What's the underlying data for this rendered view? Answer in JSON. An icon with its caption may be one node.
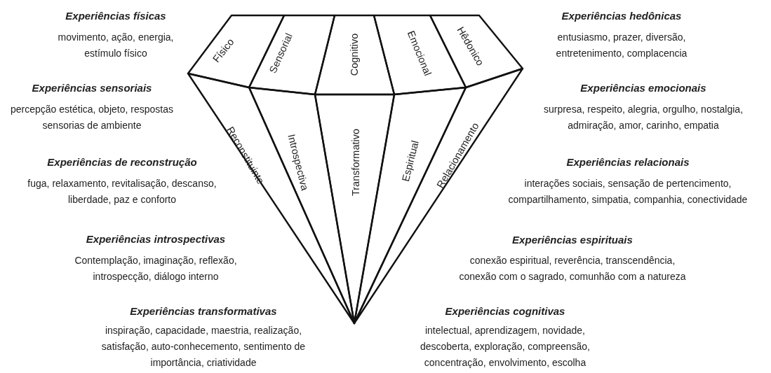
{
  "diagram": {
    "nodes": [
      {
        "text": [
          "Físico"
        ]
      },
      {
        "text": [
          "Sensorial"
        ]
      },
      {
        "text": [
          "Cognitivo"
        ]
      },
      {
        "text": [
          "Emocional"
        ]
      },
      {
        "text": [
          "Hêdonico"
        ]
      },
      {
        "text": [
          "Reconstituinte"
        ]
      },
      {
        "text": [
          "Introspectiva"
        ]
      },
      {
        "text": [
          "Transformativo"
        ]
      },
      {
        "text": [
          "Espiritual"
        ]
      },
      {
        "text": [
          "Relacionamento"
        ]
      }
    ],
    "labels": [
      "Experiências físicas",
      "movimento, ação, energia, estímulo físico",
      "Experiências hedônicas",
      "entusiasmo, prazer, diversão, entretenimento, complacencia",
      "Experiências sensoriais",
      "percepção estética, objeto, respostas sensorias de ambiente",
      "Experiências emocionais",
      "surpresa, respeito, alegria, orgulho, nostalgia, admiração, amor, carinho, empatia",
      "Experiências de reconstrução",
      "fuga, relaxamento, revitalisação, descanso, liberdade, paz e conforto",
      "Experiências relacionais",
      "interações sociais, sensação de pertencimento, compartilhamento,  simpatia, companhia, conectividade",
      "Experiências introspectivas",
      "Contemplação, imaginação, reflexão, introspecção, diálogo interno",
      "Experiências espirituais",
      "conexão espiritual, reverência, transcendência, conexão com o sagrado, comunhão com a natureza",
      "Experiências transformativas",
      "inspiração, capacidade, maestria, realização, satisfação, auto-conhecemento, sentimento de importância, criatividade",
      "Experiências cognitivas",
      "intelectual, aprendizagem, novidade, descoberta, exploração, compreensão, concentração, envolvimento, escolha"
    ]
  }
}
